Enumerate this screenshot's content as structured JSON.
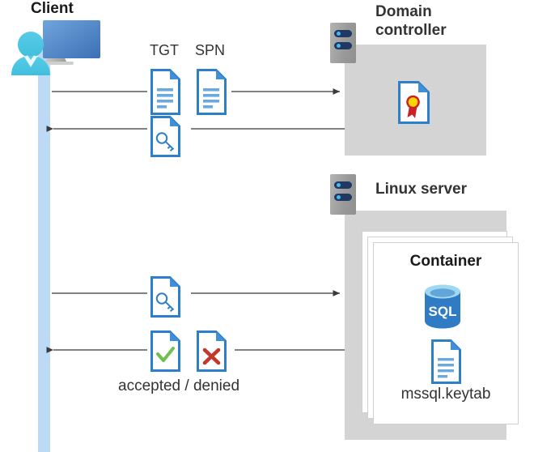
{
  "diagram": {
    "title": "Kerberos authentication flow between client, domain controller and Linux server container",
    "type": "sequence-diagram"
  },
  "client": {
    "label": "Client",
    "icon": "client-workstation-user-icon",
    "lifeline_color": "#bcd9f5"
  },
  "domain_controller": {
    "label": "Domain controller",
    "rack_icon": "server-rack-icon",
    "box_color": "#d4d4d4",
    "content_icon": "certificate-document-icon"
  },
  "linux_server": {
    "label": "Linux server",
    "rack_icon": "server-rack-icon",
    "box_color": "#d4d4d4",
    "container": {
      "label": "Container",
      "stack_count": 3,
      "sql_icon": "sql-database-icon",
      "sql_icon_label": "SQL",
      "keytab_icon": "document-lines-icon",
      "keytab_label": "mssql.keytab"
    }
  },
  "messages": [
    {
      "id": "msg-tgt-spn-request",
      "direction": "right",
      "from": "client",
      "to": "domain_controller",
      "icons": [
        {
          "name": "document-lines-icon",
          "label": "TGT"
        },
        {
          "name": "document-lines-icon",
          "label": "SPN"
        }
      ]
    },
    {
      "id": "msg-service-ticket-response",
      "direction": "left",
      "from": "domain_controller",
      "to": "client",
      "icons": [
        {
          "name": "document-key-icon",
          "label": ""
        }
      ]
    },
    {
      "id": "msg-ticket-presented",
      "direction": "right",
      "from": "client",
      "to": "linux_server",
      "icons": [
        {
          "name": "document-key-icon",
          "label": ""
        }
      ]
    },
    {
      "id": "msg-auth-result",
      "direction": "left",
      "from": "linux_server",
      "to": "client",
      "icons": [
        {
          "name": "document-check-icon",
          "label": ""
        },
        {
          "name": "document-cross-icon",
          "label": ""
        }
      ],
      "caption": "accepted / denied"
    }
  ],
  "colors": {
    "doc_blue": "#2e7fc9",
    "doc_fold": "#3f8fd9",
    "line_gray": "#595959",
    "box_gray": "#d4d4d4",
    "lifeline_blue": "#bcd9f5",
    "check_green": "#6fbf4f",
    "cross_red": "#c0392b",
    "seal_yellow": "#ffd500",
    "seal_red": "#cc2027",
    "sql_blue": "#2f7cc4",
    "text_dark": "#333333"
  }
}
